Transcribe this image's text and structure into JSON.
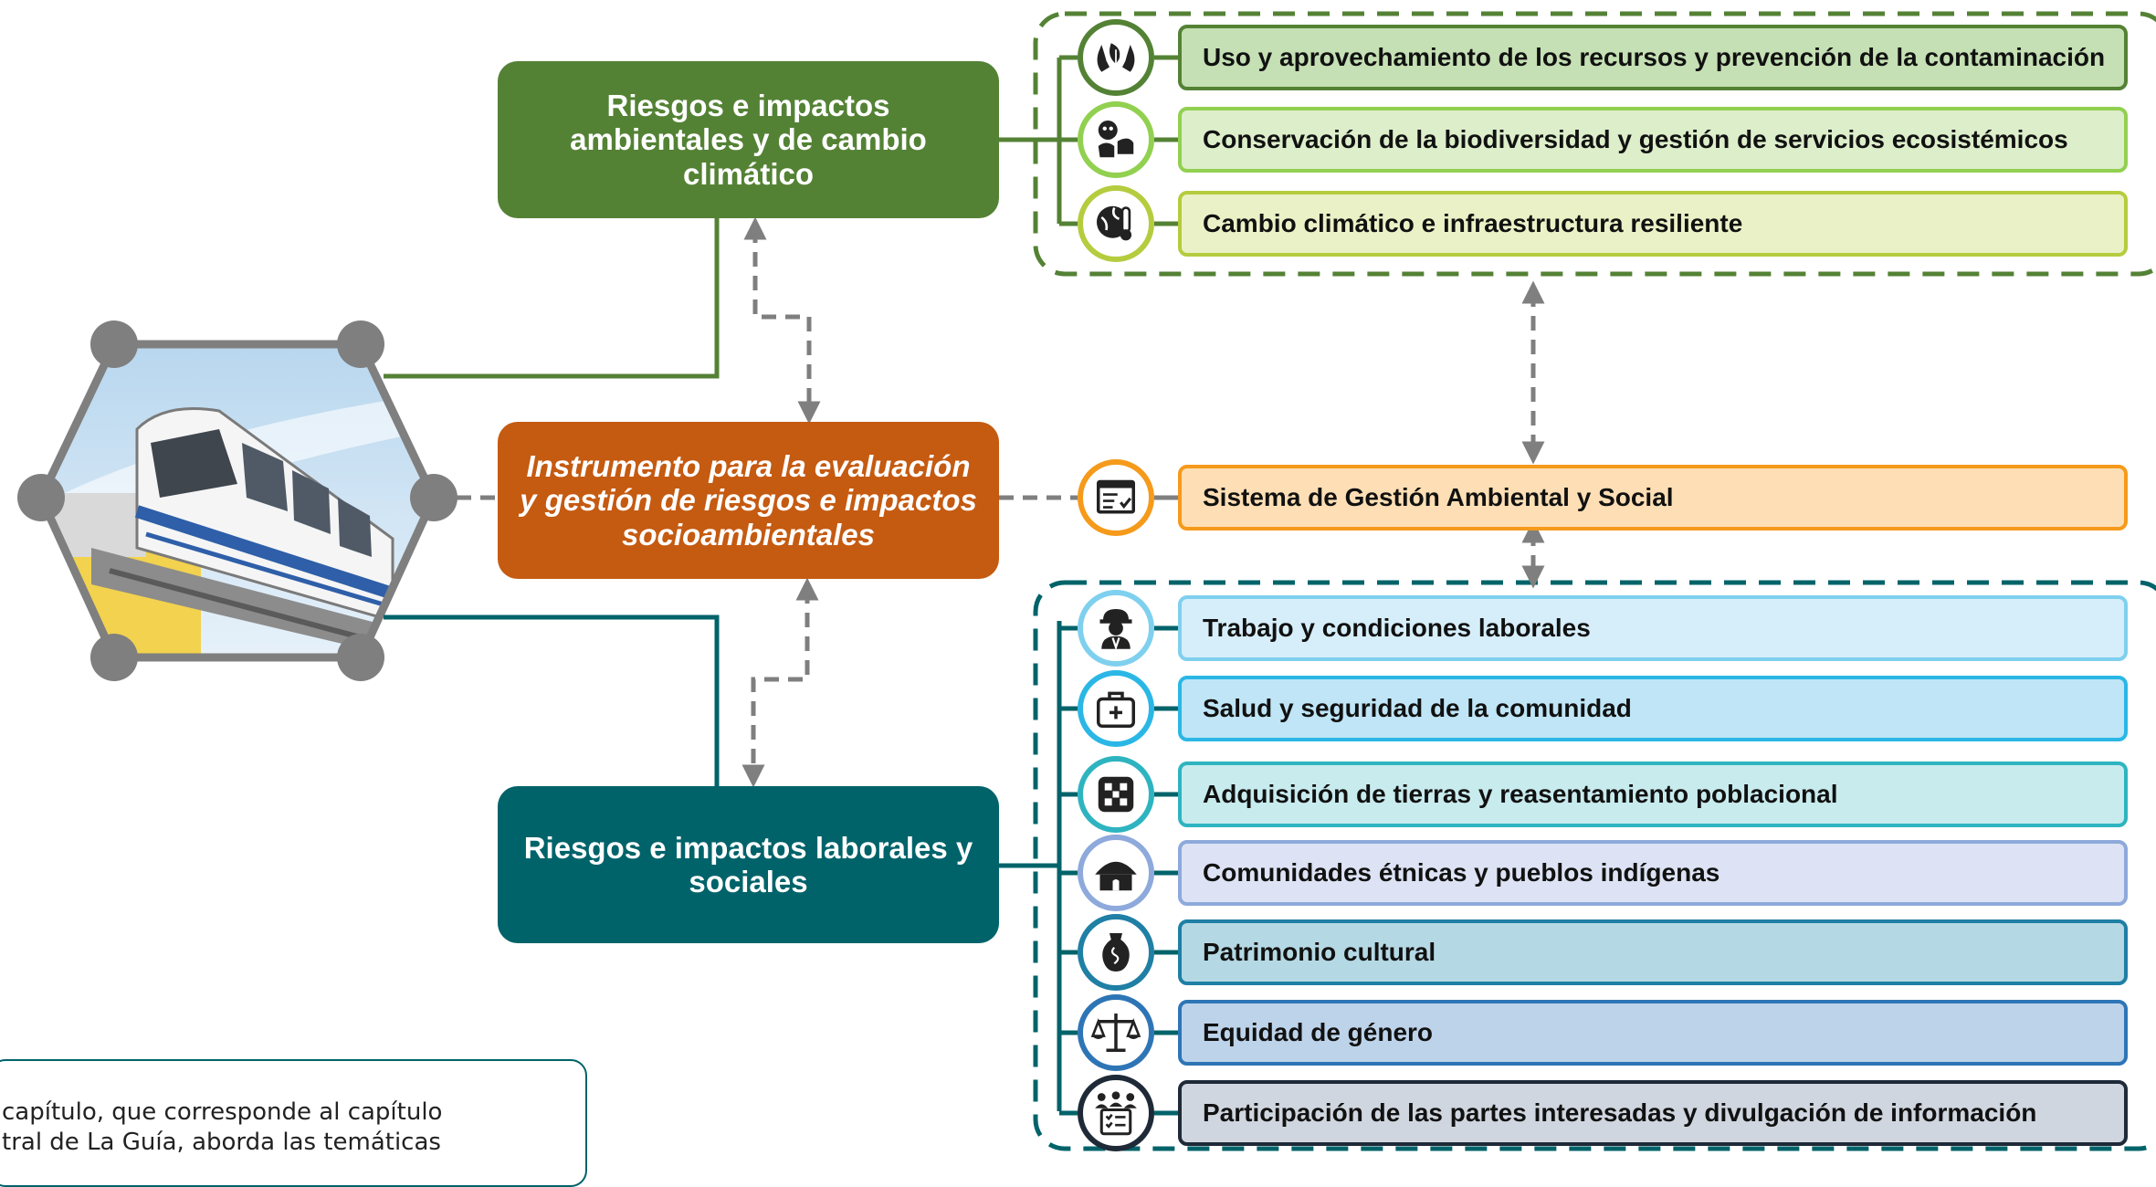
{
  "categories": {
    "environmental": {
      "title": "Riesgos e impactos ambientales y de cambio climático",
      "color": "#548235"
    },
    "instrument": {
      "title": "Instrumento para la evaluación y gestión de riesgos e impactos socioambientales",
      "color": "#c55a11"
    },
    "social": {
      "title": "Riesgos e impactos laborales y sociales",
      "color": "#00636a"
    }
  },
  "environmental_items": [
    {
      "label": "Uso y aprovechamiento de los recursos y prevención de la contaminación",
      "icon": "hands-leaf-icon",
      "fill": "#c5e0b4",
      "border": "#548235"
    },
    {
      "label": "Conservación de la biodiversidad y gestión de servicios ecosistémicos",
      "icon": "animals-icon",
      "fill": "#dceeca",
      "border": "#92d050"
    },
    {
      "label": "Cambio climático e infraestructura resiliente",
      "icon": "globe-thermometer-icon",
      "fill": "#ebf1c6",
      "border": "#b5cc3e"
    }
  ],
  "management_item": {
    "label": "Sistema de Gestión Ambiental y Social",
    "icon": "checklist-window-icon",
    "fill": "#fedfb5",
    "border": "#f59a1b"
  },
  "social_items": [
    {
      "label": "Trabajo y condiciones laborales",
      "icon": "worker-icon",
      "fill": "#d6eefa",
      "border": "#7fd0ee"
    },
    {
      "label": "Salud y seguridad de la comunidad",
      "icon": "first-aid-kit-icon",
      "fill": "#bfe5f6",
      "border": "#2ab7e5"
    },
    {
      "label": "Adquisición de tierras y reasentamiento poblacional",
      "icon": "land-parcels-icon",
      "fill": "#c8ebee",
      "border": "#2eb4c0"
    },
    {
      "label": "Comunidades étnicas y pueblos indígenas",
      "icon": "hut-icon",
      "fill": "#dde3f4",
      "border": "#8ea9db"
    },
    {
      "label": "Patrimonio cultural",
      "icon": "vase-icon",
      "fill": "#b5d9e4",
      "border": "#1f7fa5"
    },
    {
      "label": "Equidad de género",
      "icon": "balance-scale-icon",
      "fill": "#bdd3ea",
      "border": "#2e75b6"
    },
    {
      "label": "Participación de las partes interesadas y divulgación de información",
      "icon": "group-checklist-icon",
      "fill": "#d0d6df",
      "border": "#1f2a38"
    }
  ],
  "note": {
    "text": "capítulo, que corresponde al capítulo\ntral de La Guía, aborda las temáticas"
  },
  "image": {
    "subject": "monorail-train-photo"
  },
  "colors": {
    "connector": "#7f7f7f",
    "hexagon": "#7f7f7f"
  }
}
